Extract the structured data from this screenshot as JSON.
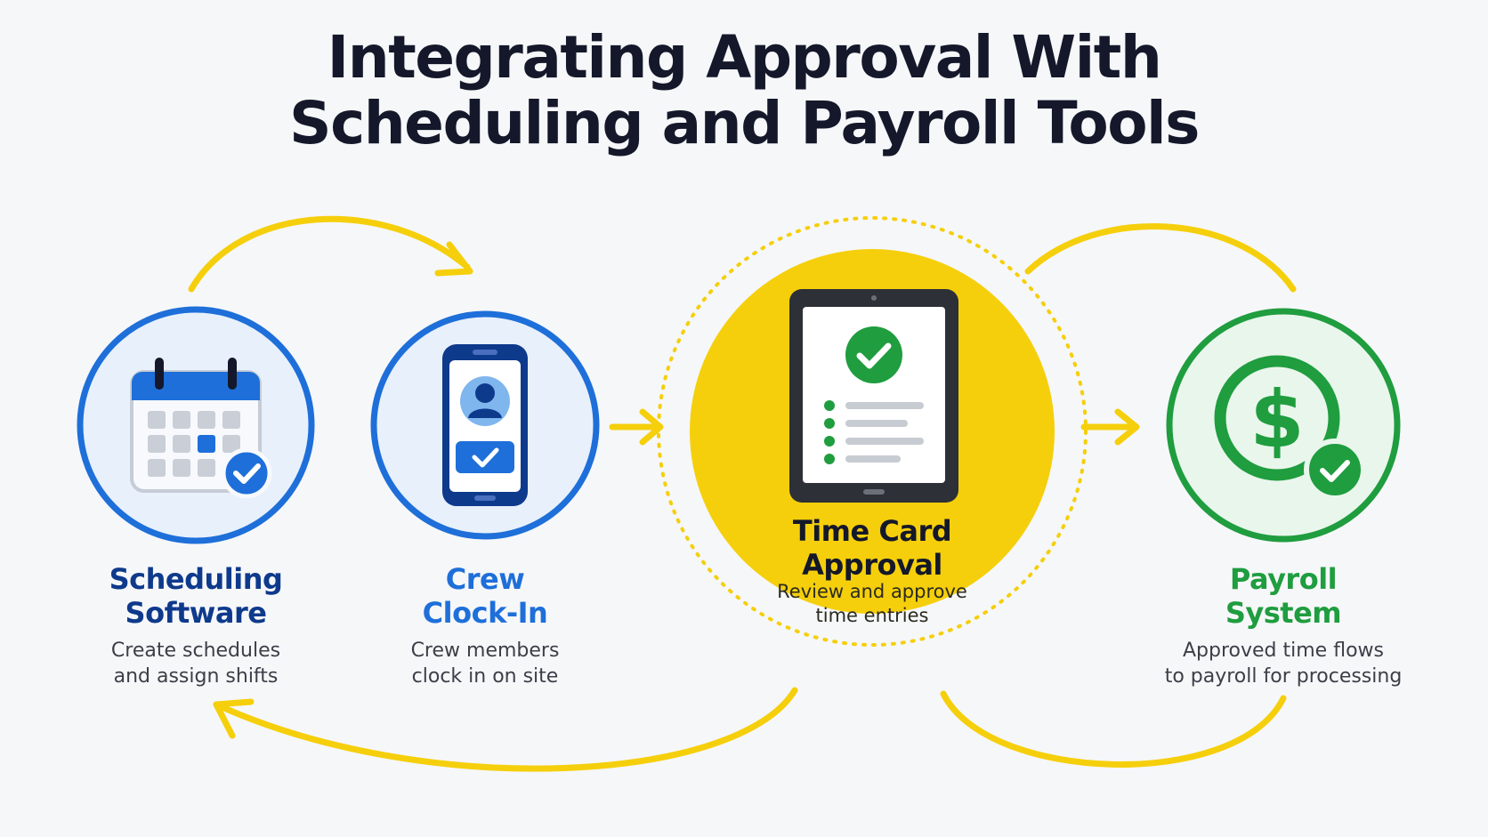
{
  "title": {
    "line1": "Integrating Approval With",
    "line2": "Scheduling and Payroll Tools"
  },
  "colors": {
    "blue_dark": "#0e3a8c",
    "blue": "#1e6fd9",
    "yellow": "#f5cf0b",
    "green": "#1f9d3f",
    "text": "#14182a"
  },
  "steps": [
    {
      "icon": "calendar-check-icon",
      "title_line1": "Scheduling",
      "title_line2": "Software",
      "desc_line1": "Create schedules",
      "desc_line2": "and assign shifts"
    },
    {
      "icon": "phone-clock-in-icon",
      "title_line1": "Crew",
      "title_line2": "Clock-In",
      "desc_line1": "Crew members",
      "desc_line2": "clock in on site"
    },
    {
      "icon": "tablet-checklist-icon",
      "title_line1": "Time Card",
      "title_line2": "Approval",
      "desc_line1": "Review and approve",
      "desc_line2": "time entries"
    },
    {
      "icon": "dollar-check-icon",
      "title_line1": "Payroll",
      "title_line2": "System",
      "desc_line1": "Approved time flows",
      "desc_line2": "to payroll for processing"
    }
  ]
}
